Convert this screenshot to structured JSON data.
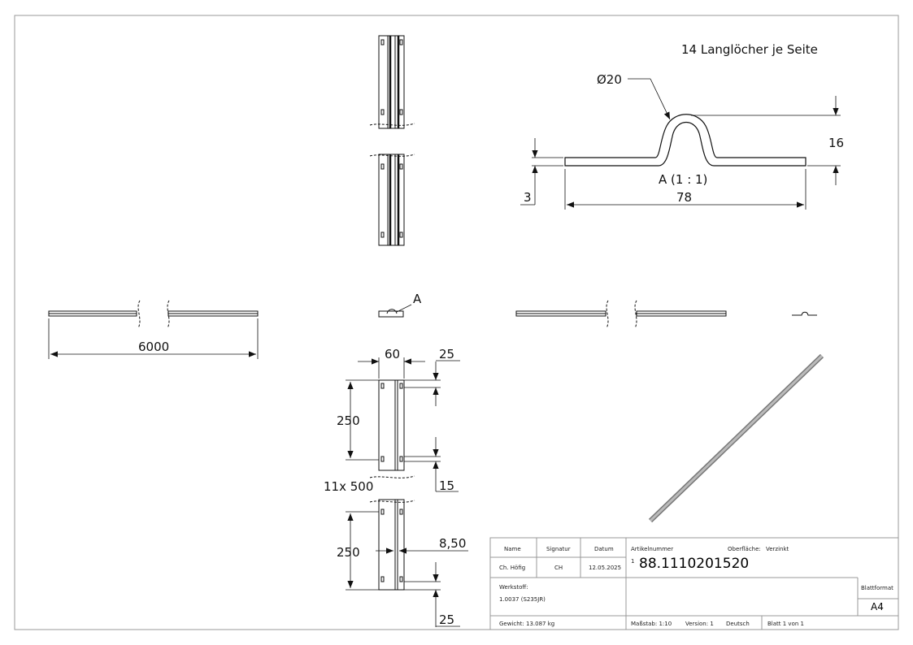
{
  "annotations": {
    "note_top": "14 Langlöcher je Seite",
    "diameter": "Ø20",
    "height": "16",
    "thickness": "3",
    "width": "78",
    "detail_label": "A (1 : 1)",
    "section_marker": "A",
    "length": "6000",
    "width_front": "60",
    "offset_top": "25",
    "span_upper": "250",
    "slot_len": "15",
    "pitch": "11x 500",
    "span_lower": "250",
    "slot_pos": "8,50",
    "offset_bottom": "25"
  },
  "title_block": {
    "name_label": "Name",
    "signature_label": "Signatur",
    "date_label": "Datum",
    "name_value": "Ch. Höfig",
    "signature_value": "CH",
    "date_value": "12.05.2025",
    "article_label": "Artikelnummer",
    "surface_label": "Oberfläche:",
    "surface_value": "Verzinkt",
    "article_prefix": "1",
    "article_number": "88.1110201520",
    "material_label": "Werkstoff:",
    "material_value": "1.0037 (S235JR)",
    "format_label": "Blattformat",
    "format_value": "A4",
    "weight": "Gewicht: 13.087 kg",
    "scale": "Maßstab: 1:10",
    "version": "Version: 1",
    "language": "Deutsch",
    "sheet": "Blatt 1 von 1"
  }
}
